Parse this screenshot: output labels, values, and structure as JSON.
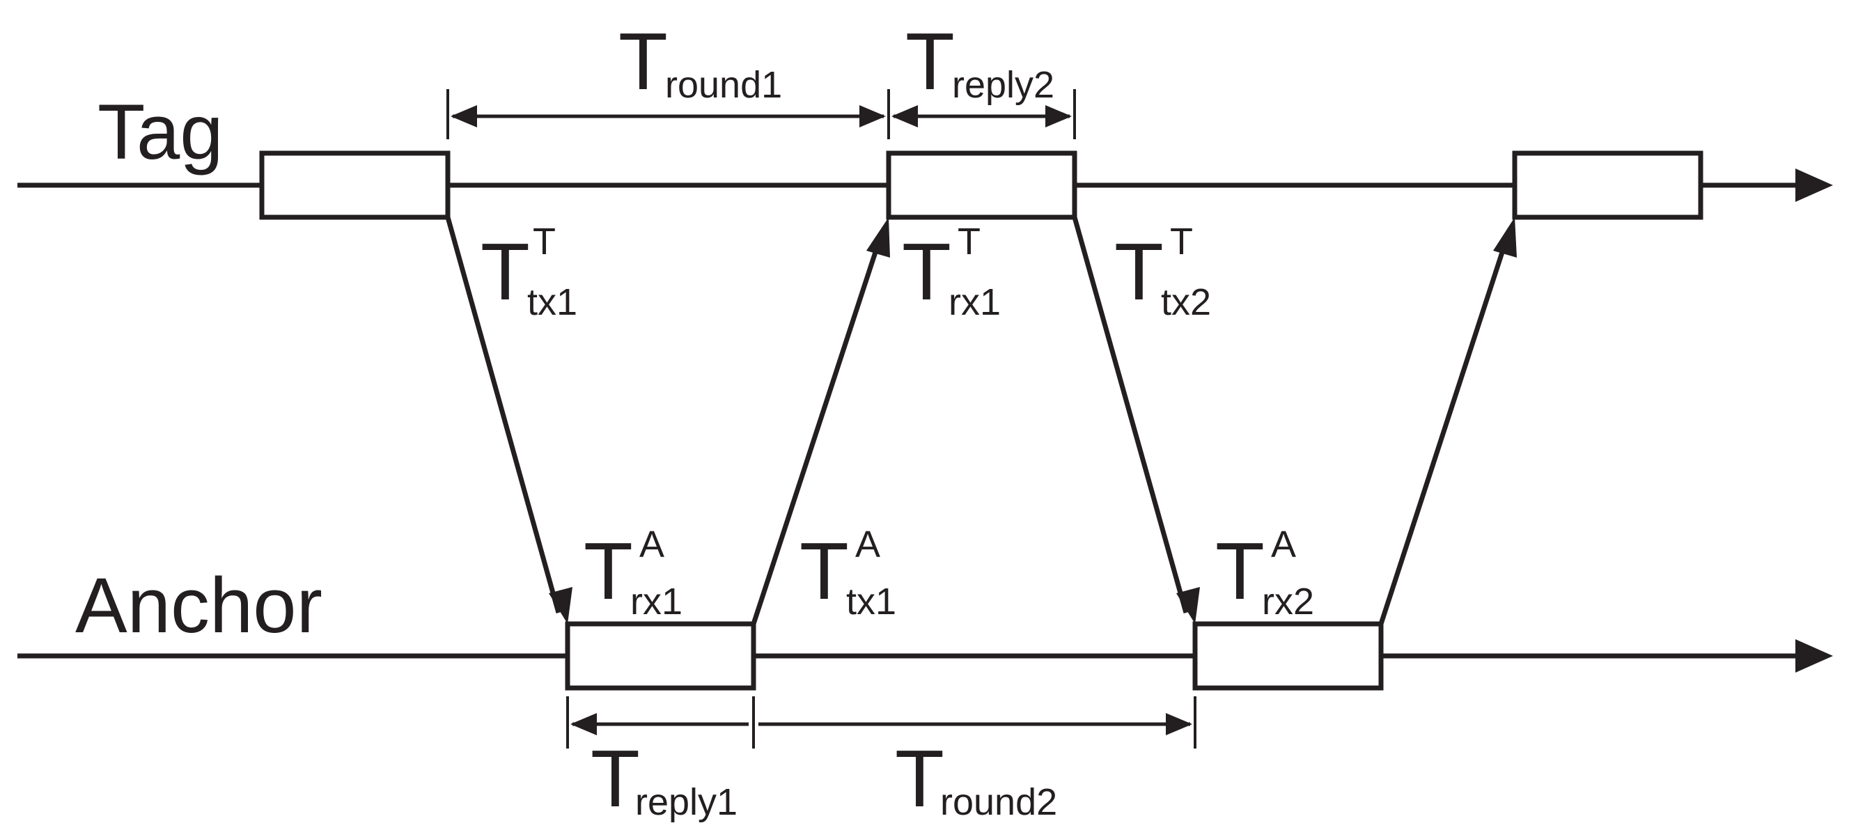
{
  "lines": {
    "tag": "Tag",
    "anchor": "Anchor"
  },
  "labels": {
    "t_round1": {
      "main": "T",
      "sub": "round1"
    },
    "t_reply2": {
      "main": "T",
      "sub": "reply2"
    },
    "t_tx1_tag": {
      "main": "T",
      "sub": "tx1",
      "sup": "T"
    },
    "t_rx1_tag": {
      "main": "T",
      "sub": "rx1",
      "sup": "T"
    },
    "t_tx2_tag": {
      "main": "T",
      "sub": "tx2",
      "sup": "T"
    },
    "t_rx1_anchor": {
      "main": "T",
      "sub": "rx1",
      "sup": "A"
    },
    "t_tx1_anchor": {
      "main": "T",
      "sub": "tx1",
      "sup": "A"
    },
    "t_rx2_anchor": {
      "main": "T",
      "sub": "rx2",
      "sup": "A"
    },
    "t_reply1": {
      "main": "T",
      "sub": "reply1"
    },
    "t_round2": {
      "main": "T",
      "sub": "round2"
    }
  },
  "colors": {
    "ink": "#231f20",
    "background": "#ffffff"
  }
}
